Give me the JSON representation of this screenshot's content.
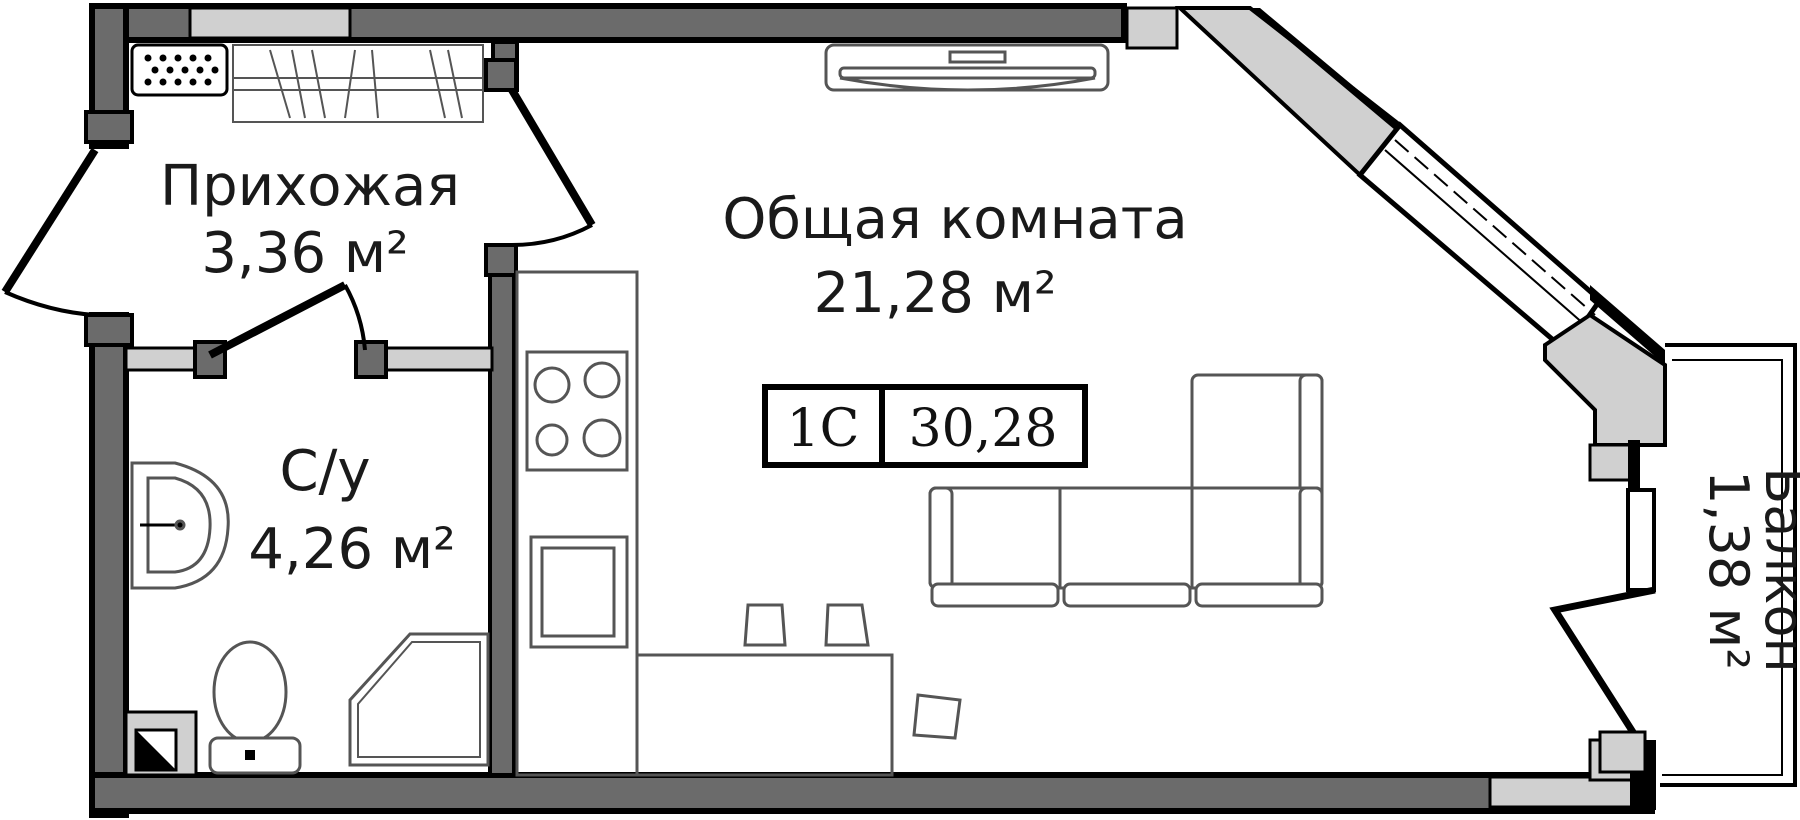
{
  "rooms": {
    "hallway": {
      "name": "Прихожая",
      "area": "3,36 м²"
    },
    "living": {
      "name": "Общая комната",
      "area": "21,28 м²"
    },
    "bathroom": {
      "name": "С/у",
      "area": "4,26 м²"
    },
    "balcony": {
      "name": "Балкон",
      "area": "1,38 м²"
    }
  },
  "badge": {
    "type": "1С",
    "total_area": "30,28"
  },
  "colors": {
    "wall": "#6b6b6b",
    "outline": "#000000",
    "glass": "#d0d0d0",
    "furniture": "#555555"
  }
}
